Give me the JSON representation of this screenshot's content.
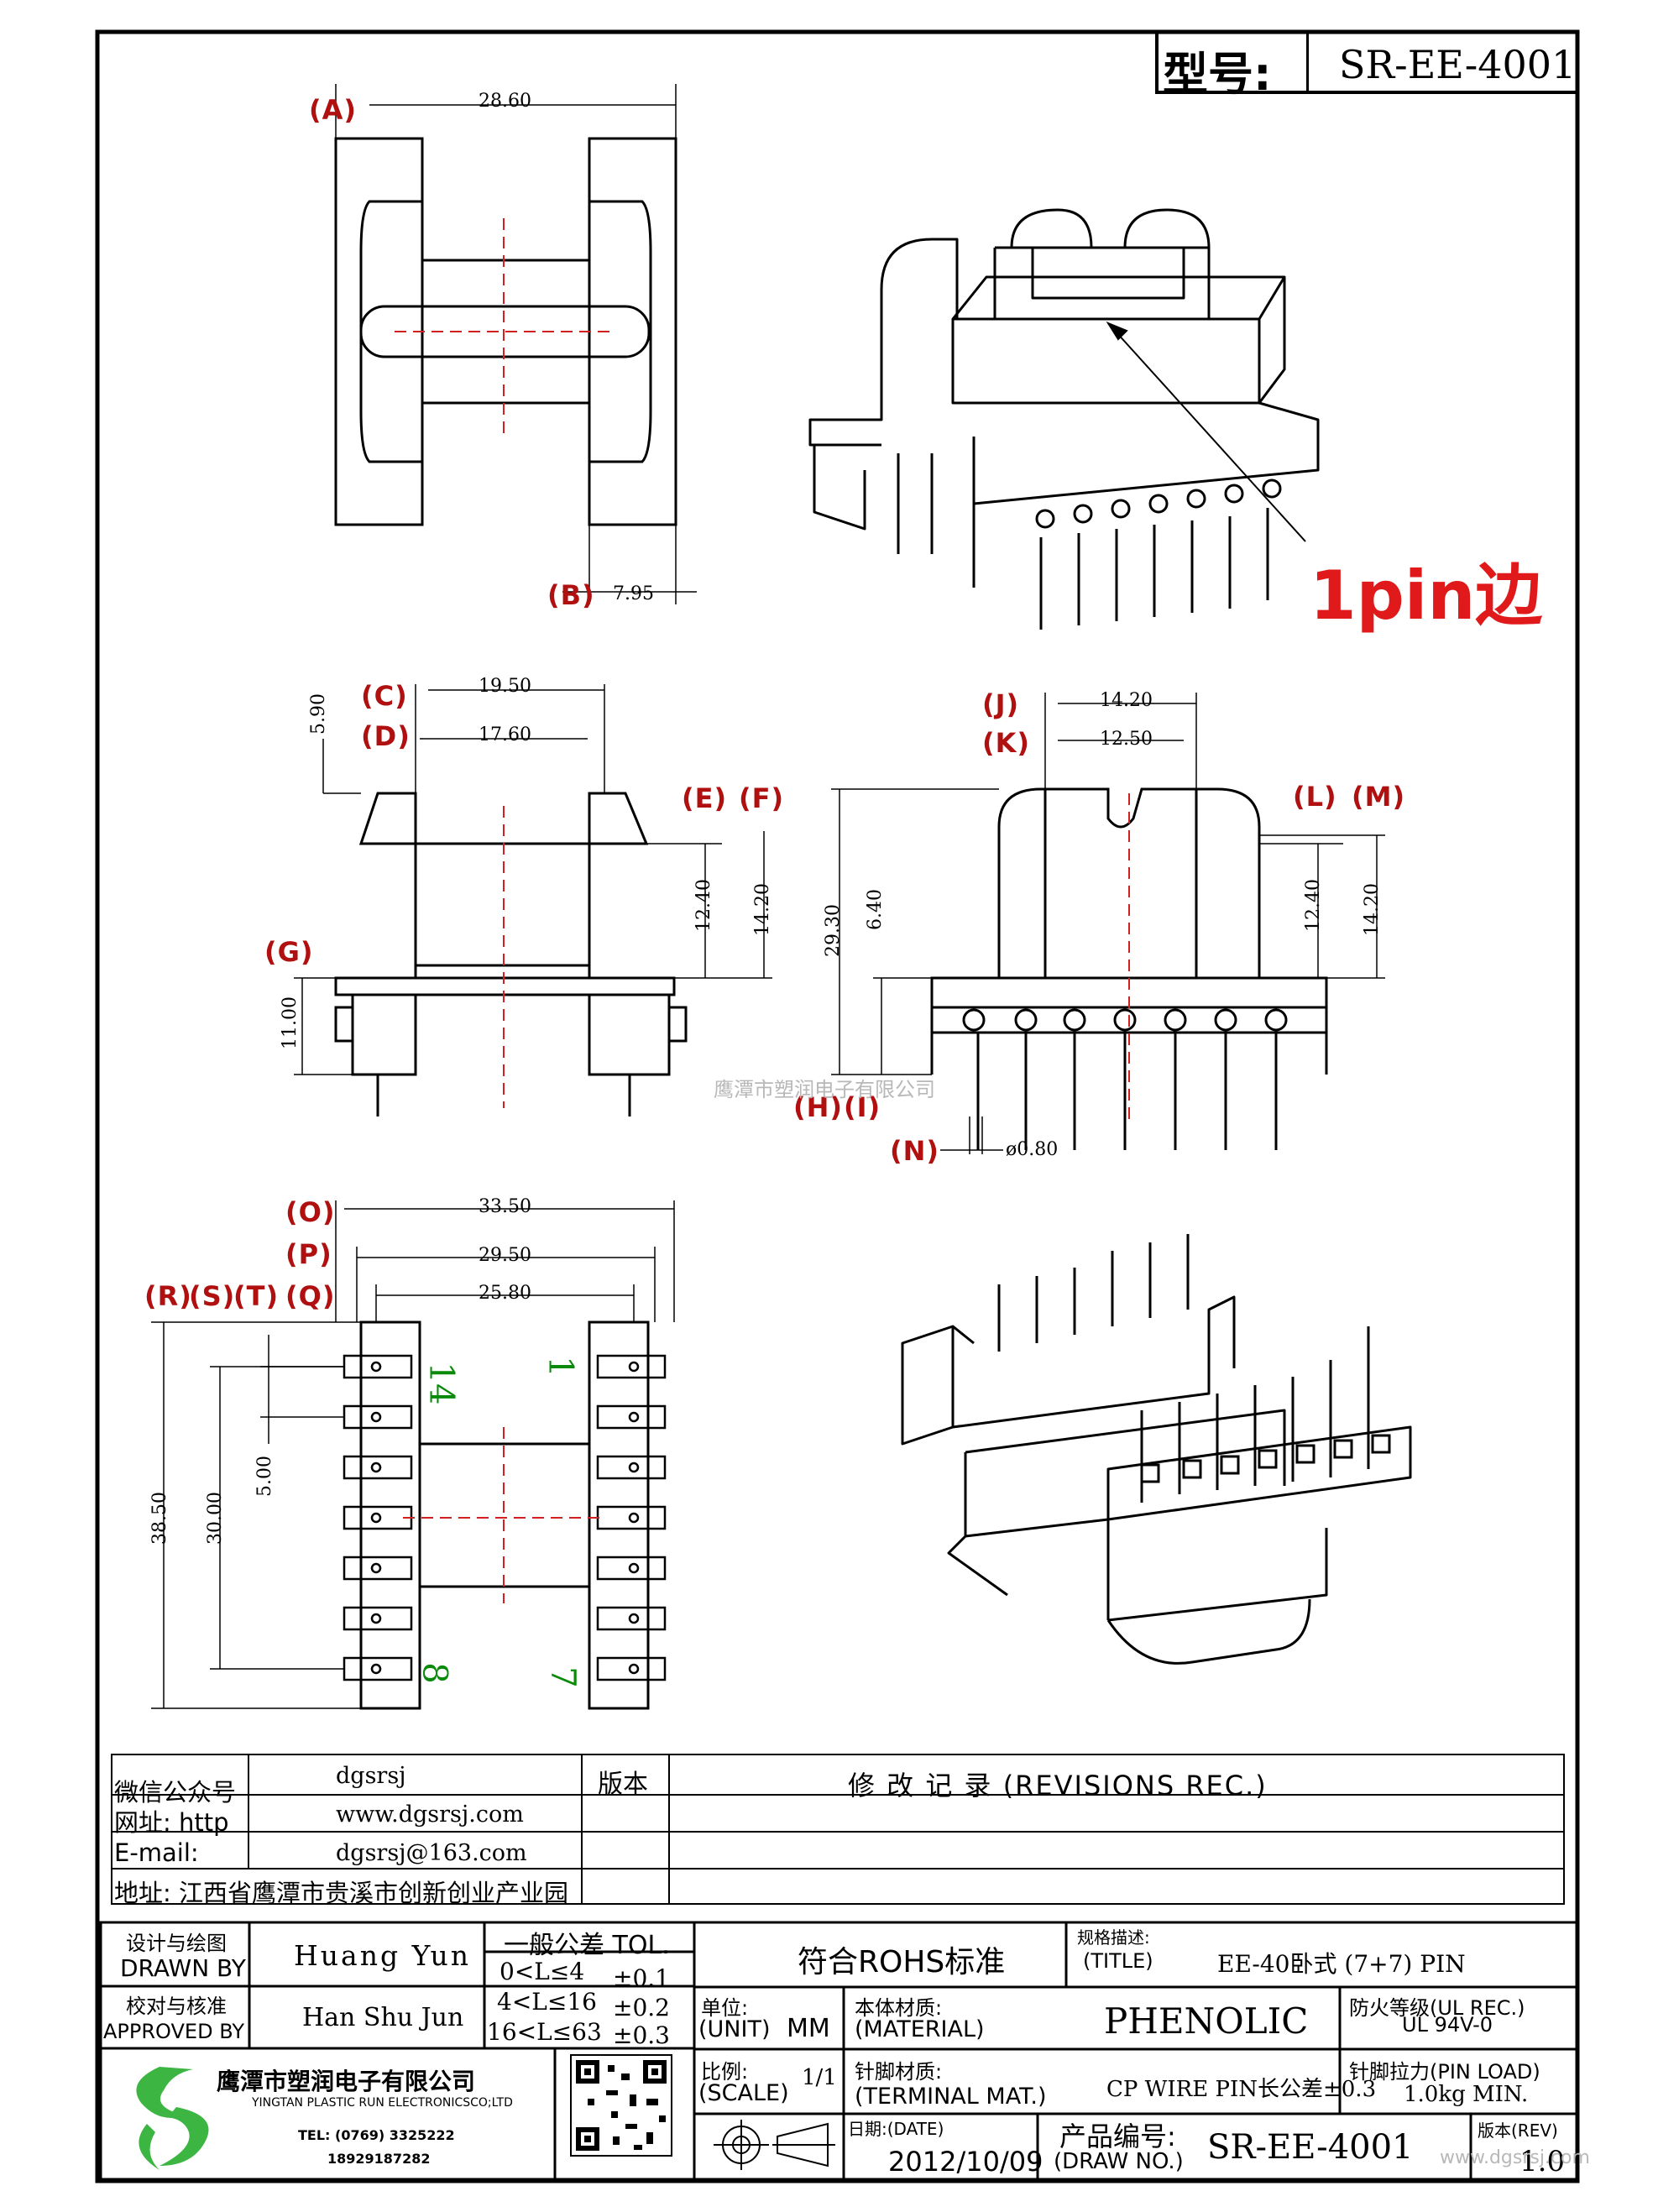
{
  "header": {
    "model_label": "型号:",
    "model_value": "SR-EE-4001"
  },
  "annotation": {
    "pin1_side": "1pin边"
  },
  "top_view": {
    "labels": [
      "(A)",
      "(B)"
    ],
    "dims": {
      "a": "28.60",
      "b": "7.95"
    }
  },
  "front_view": {
    "labels": {
      "c": "(C)",
      "d": "(D)",
      "e": "(E)",
      "f": "(F)",
      "g": "(G)"
    },
    "dims": {
      "c": "19.50",
      "d": "17.60",
      "top": "5.90",
      "e": "12.40",
      "f": "14.20",
      "g": "11.00"
    }
  },
  "side_view": {
    "labels": {
      "j": "(J)",
      "k": "(K)",
      "l": "(L)",
      "m": "(M)",
      "h": "(H)",
      "i": "(I)",
      "n": "(N)"
    },
    "dims": {
      "j": "14.20",
      "k": "12.50",
      "h": "29.30",
      "i": "6.40",
      "l": "12.40",
      "m": "14.20",
      "n": "ø0.80"
    }
  },
  "bottom_view": {
    "labels": {
      "o": "(O)",
      "p": "(P)",
      "q": "(Q)",
      "r": "(R)",
      "s": "(S)",
      "t": "(T)"
    },
    "dims": {
      "o": "33.50",
      "p": "29.50",
      "q": "25.80",
      "r": "38.50",
      "s": "30.00",
      "t": "5.00"
    },
    "pin_numbers": {
      "p14": "14",
      "p1": "1",
      "p8": "8",
      "p7": "7"
    }
  },
  "watermark": "鹰潭市塑润电子有限公司",
  "info_block": {
    "rows": [
      {
        "key": "微信公众号",
        "value": "dgsrsj"
      },
      {
        "key": "网址: http",
        "value": "www.dgsrsj.com"
      },
      {
        "key": "E-mail:",
        "value": "dgsrsj@163.com"
      },
      {
        "key": "地址: 江西省鹰潭市贵溪市创新创业产业园",
        "value": ""
      }
    ],
    "version_header": "版本",
    "revisions_header": "修 改 记 录 (REVISIONS REC.)"
  },
  "title_block": {
    "drawn_by_cn": "设计与绘图",
    "drawn_by_en": "DRAWN BY",
    "drawn_by_name": "Huang Yun",
    "approved_cn": "校对与核准",
    "approved_en": "APPROVED BY",
    "approved_name": "Han Shu Jun",
    "tolerance_header": "一般公差 TOL.",
    "tolerances": [
      {
        "range": "0<L≤4",
        "tol": "±0.1"
      },
      {
        "range": "4<L≤16",
        "tol": "±0.2"
      },
      {
        "range": "16<L≤63",
        "tol": "±0.3"
      }
    ],
    "rohs": "符合ROHS标准",
    "title_cn": "规格描述:",
    "title_en": "(TITLE)",
    "title_value": "EE-40卧式 (7+7) PIN",
    "unit_cn": "单位:",
    "unit_en": "(UNIT)",
    "unit_value": "MM",
    "material_cn": "本体材质:",
    "material_en": "(MATERIAL)",
    "material_value": "PHENOLIC",
    "fire_cn": "防火等级(UL REC.)",
    "fire_value": "UL 94V-0",
    "scale_cn": "比例:",
    "scale_en": "(SCALE)",
    "scale_value": "1/1",
    "terminal_cn": "针脚材质:",
    "terminal_en": "(TERMINAL MAT.)",
    "terminal_value": "CP WIRE  PIN长公差±0.3",
    "pinload_cn": "针脚拉力(PIN LOAD)",
    "pinload_value": "1.0kg MIN.",
    "date_cn": "日期:(DATE)",
    "date_value": "2012/10/09",
    "drawno_cn": "产品编号:",
    "drawno_en": "(DRAW NO.)",
    "drawno_value": "SR-EE-4001",
    "rev_cn": "版本(REV)",
    "rev_value": "1.0",
    "company_cn": "鹰潭市塑润电子有限公司",
    "company_en": "YINGTAN PLASTIC RUN ELECTRONICSCO;LTD",
    "tel": "TEL: (0769) 3325222",
    "mobile": "18929187282",
    "site_mark": "www.dgsrsj.com"
  }
}
